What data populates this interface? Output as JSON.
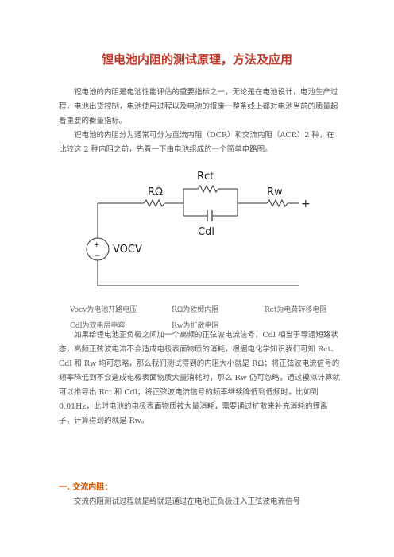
{
  "title": "锂电池内阻的测试原理，方法及应用",
  "paragraphs": {
    "p1": "锂电池的内阻是电池性能评估的重要指标之一，无论是在电池设计，电池生产过程，电池出货控制，电池使用过程以及电池的报废一整条线上都对电池当前的质量起着重要的衡量指标。",
    "p2": "锂电池的内阻分为通常可分为直流内阻（DCR）和交流内阻（ACR）2 种，在比较这 2 种内阻之前，先看一下由电池组成的一个简单电路图。",
    "p3": "如果给锂电池正负极之间加一个高频的正弦波电流信号，C",
    "p3_full": "如果给锂电池正负极之间加一个高频的正弦波电流信号，Cdl 相当于导通短路状态，高频正弦波电流不会造成电极表面物质的消耗，根据电化学知识我们可知 Rct、Cdl 和 Rw 均可忽略，那么我们测试得到的内阻大小就是 RΩ；将正弦波电流信号的频率降低到不会造成电极表面物质大量消耗时，那么 Rw 仍可忽略，通过模拟计算就可以推导出 Rct 和 Cdl；将正弦波电流信号的频率继续降低到低频时，比如到 0.01Hz，此时电池的电极表面物质被大量消耗，需要通过扩散来补充消耗的锂离子，计算得到的就是 Rw。",
    "p4": "交流内阻测试过程就是给就是通过在电池正负极注入正弦波电流信号"
  },
  "circuit": {
    "labels": {
      "r_ohm": "RΩ",
      "r_ct": "Rct",
      "r_w": "Rw",
      "c_dl": "Cdl",
      "v_ocv": "VOCV",
      "plus_terminal": "+",
      "battery_plus": "+",
      "battery_minus": "−"
    }
  },
  "legend": {
    "row1": [
      "Vocv为电池开路电压",
      "RΩ为欧姆内阻",
      "Rct为电荷转移电阻"
    ],
    "row2": [
      "Cdl为双电层电容",
      "Rw为扩散电阻"
    ]
  },
  "section_heading": "一. 交流内阻："
}
